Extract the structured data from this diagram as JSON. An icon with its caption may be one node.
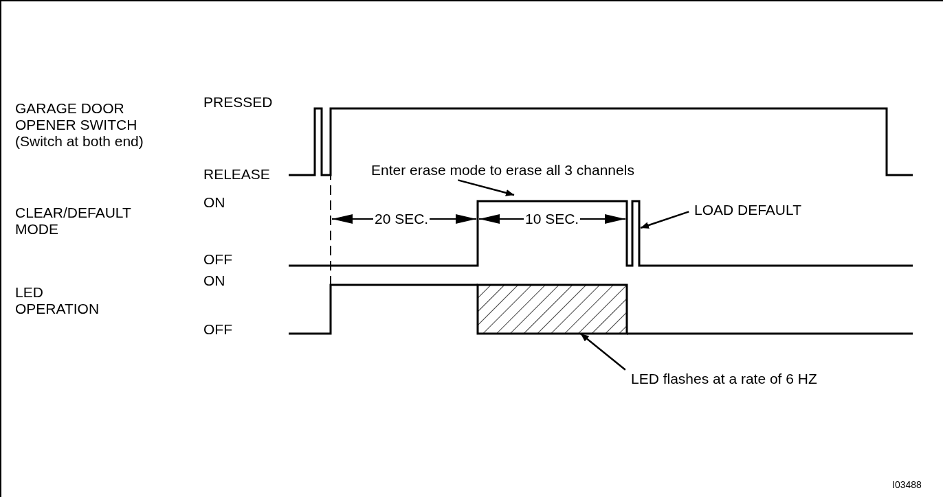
{
  "diagram": {
    "nodes": [
      {
        "text": [
          "Enter erase mode to erase all 3 channels"
        ]
      },
      {
        "text": [
          "LOAD DEFAULT"
        ]
      },
      {
        "text": [
          "LED flashes at a rate of 6 HZ"
        ]
      },
      {
        "text": [],
        "shape": "box"
      }
    ],
    "edges": [
      {
        "from": 0,
        "to": null,
        "arrow": "to"
      },
      {
        "from": 1,
        "to": null,
        "arrow": "to"
      },
      {
        "from": 2,
        "to": 3,
        "arrow": "to"
      }
    ],
    "labels": [
      "GARAGE DOOR OPENER SWITCH (Switch at both end)",
      "PRESSED",
      "RELEASE",
      "CLEAR/DEFAULT MODE",
      "ON",
      "OFF",
      "LED OPERATION",
      "ON",
      "OFF",
      "20 SEC.",
      "10 SEC.",
      "I03488"
    ]
  }
}
